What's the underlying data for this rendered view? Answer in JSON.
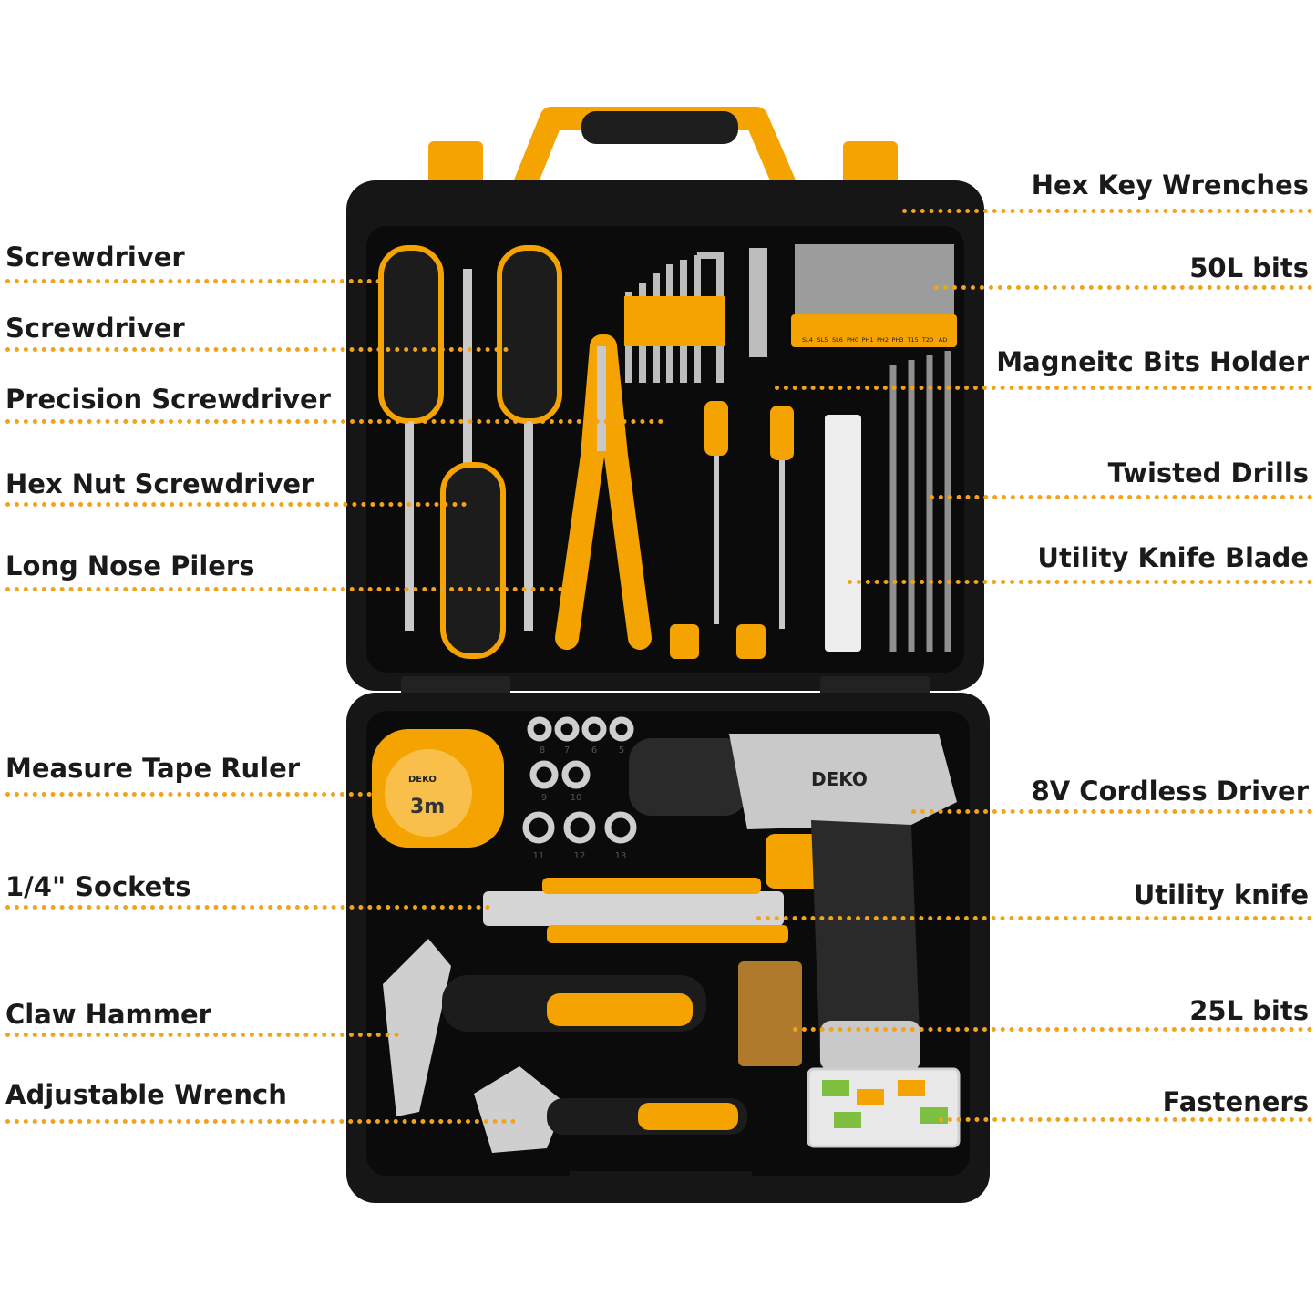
{
  "brand": "DEKO",
  "colors": {
    "accent": "#f5a300",
    "case": "#161616",
    "insert": "#0b0b0b",
    "dots": "#f2a31b",
    "label": "#1a1a1a"
  },
  "tape_label": "3m",
  "bit_labels": [
    "SL4",
    "SL5",
    "SL6",
    "PH0",
    "PH1",
    "PH2",
    "PH3",
    "T15",
    "T20",
    "AD"
  ],
  "socket_numbers": [
    "8",
    "7",
    "6",
    "5",
    "9",
    "10",
    "11",
    "12",
    "13"
  ],
  "callouts_left": [
    {
      "label": "Screwdriver"
    },
    {
      "label": "Screwdriver"
    },
    {
      "label": "Precision Screwdriver"
    },
    {
      "label": "Hex Nut Screwdriver"
    },
    {
      "label": "Long Nose Pilers"
    },
    {
      "label": "Measure Tape Ruler"
    },
    {
      "label": "1/4\" Sockets"
    },
    {
      "label": "Claw Hammer"
    },
    {
      "label": "Adjustable Wrench"
    }
  ],
  "callouts_right": [
    {
      "label": "Hex Key Wrenches"
    },
    {
      "label": "50L bits"
    },
    {
      "label": "Magneitc Bits Holder"
    },
    {
      "label": "Twisted Drills"
    },
    {
      "label": "Utility Knife Blade"
    },
    {
      "label": "8V Cordless Driver"
    },
    {
      "label": "Utility knife"
    },
    {
      "label": "25L bits"
    },
    {
      "label": "Fasteners"
    }
  ]
}
